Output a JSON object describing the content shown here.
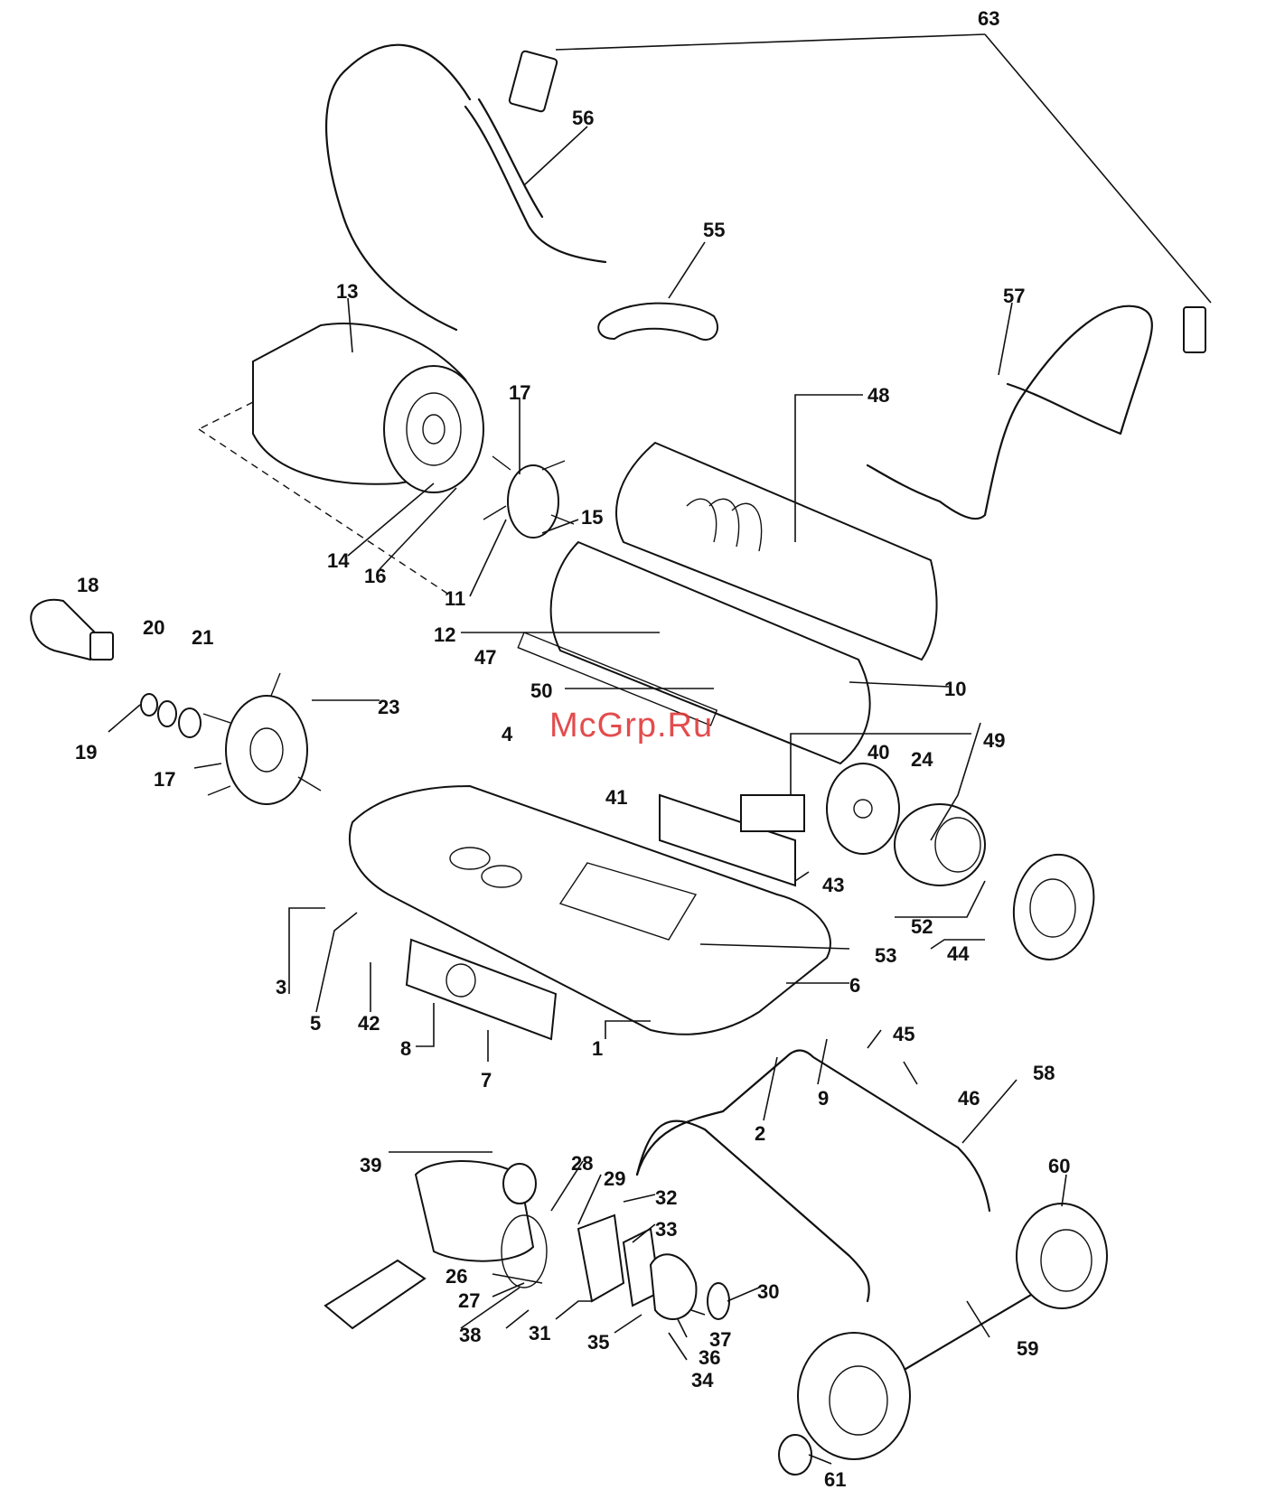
{
  "callouts": [
    {
      "id": "1",
      "label": "1"
    },
    {
      "id": "2",
      "label": "2"
    },
    {
      "id": "3",
      "label": "3"
    },
    {
      "id": "4",
      "label": "4"
    },
    {
      "id": "5",
      "label": "5"
    },
    {
      "id": "6",
      "label": "6"
    },
    {
      "id": "7",
      "label": "7"
    },
    {
      "id": "8",
      "label": "8"
    },
    {
      "id": "9",
      "label": "9"
    },
    {
      "id": "10",
      "label": "10"
    },
    {
      "id": "11",
      "label": "11"
    },
    {
      "id": "12",
      "label": "12"
    },
    {
      "id": "13",
      "label": "13"
    },
    {
      "id": "14",
      "label": "14"
    },
    {
      "id": "15",
      "label": "15"
    },
    {
      "id": "16",
      "label": "16"
    },
    {
      "id": "17a",
      "label": "17"
    },
    {
      "id": "17b",
      "label": "17"
    },
    {
      "id": "18",
      "label": "18"
    },
    {
      "id": "19",
      "label": "19"
    },
    {
      "id": "20",
      "label": "20"
    },
    {
      "id": "21",
      "label": "21"
    },
    {
      "id": "23",
      "label": "23"
    },
    {
      "id": "24",
      "label": "24"
    },
    {
      "id": "26",
      "label": "26"
    },
    {
      "id": "27",
      "label": "27"
    },
    {
      "id": "28",
      "label": "28"
    },
    {
      "id": "29",
      "label": "29"
    },
    {
      "id": "30",
      "label": "30"
    },
    {
      "id": "31",
      "label": "31"
    },
    {
      "id": "32",
      "label": "32"
    },
    {
      "id": "33",
      "label": "33"
    },
    {
      "id": "34",
      "label": "34"
    },
    {
      "id": "35",
      "label": "35"
    },
    {
      "id": "36",
      "label": "36"
    },
    {
      "id": "37",
      "label": "37"
    },
    {
      "id": "38",
      "label": "38"
    },
    {
      "id": "39",
      "label": "39"
    },
    {
      "id": "40",
      "label": "40"
    },
    {
      "id": "41",
      "label": "41"
    },
    {
      "id": "42",
      "label": "42"
    },
    {
      "id": "43",
      "label": "43"
    },
    {
      "id": "44",
      "label": "44"
    },
    {
      "id": "45",
      "label": "45"
    },
    {
      "id": "46",
      "label": "46"
    },
    {
      "id": "47",
      "label": "47"
    },
    {
      "id": "48",
      "label": "48"
    },
    {
      "id": "49",
      "label": "49"
    },
    {
      "id": "50",
      "label": "50"
    },
    {
      "id": "52",
      "label": "52"
    },
    {
      "id": "53",
      "label": "53"
    },
    {
      "id": "55",
      "label": "55"
    },
    {
      "id": "56",
      "label": "56"
    },
    {
      "id": "57",
      "label": "57"
    },
    {
      "id": "58",
      "label": "58"
    },
    {
      "id": "59",
      "label": "59"
    },
    {
      "id": "60",
      "label": "60"
    },
    {
      "id": "61",
      "label": "61"
    },
    {
      "id": "63",
      "label": "63"
    }
  ],
  "watermark": "McGrp.Ru",
  "colors": {
    "line": "#111111",
    "watermark": "#e0393b",
    "background": "#ffffff"
  }
}
